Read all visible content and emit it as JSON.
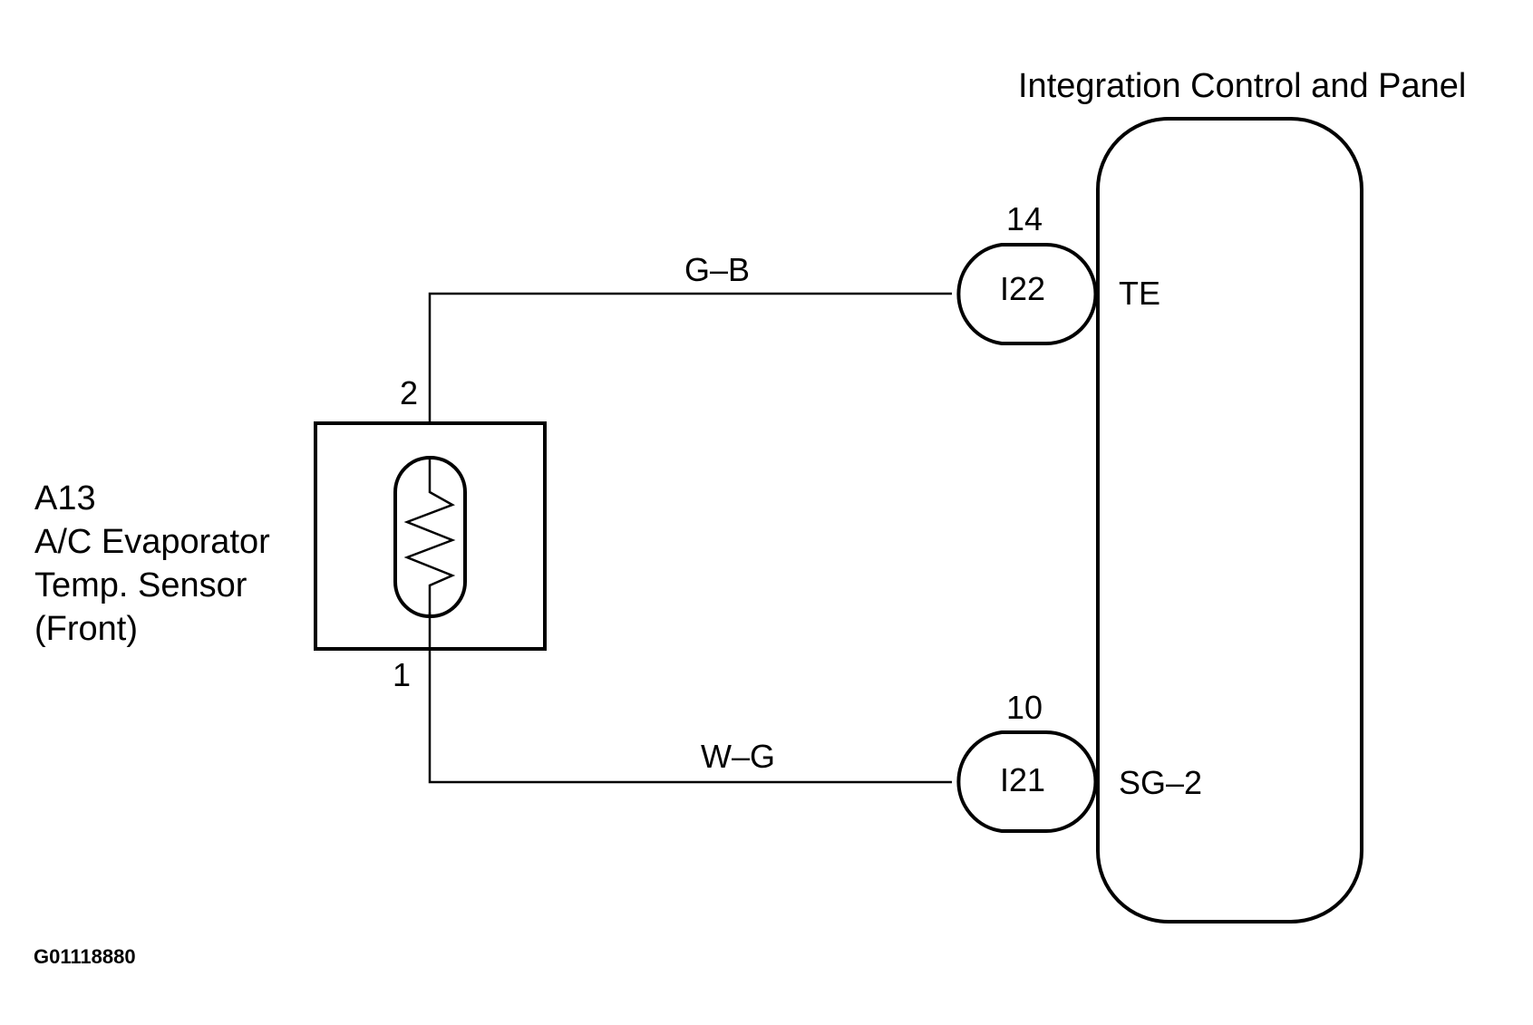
{
  "diagram": {
    "title": "Integration Control and Panel",
    "sensor": {
      "code": "A13",
      "name_line1": "A/C Evaporator",
      "name_line2": "Temp. Sensor",
      "name_line3": "(Front)",
      "pin_top": "2",
      "pin_bottom": "1"
    },
    "wires": {
      "top_color": "G–B",
      "bottom_color": "W–G"
    },
    "connectors": {
      "top": {
        "id": "I22",
        "pin": "14",
        "terminal": "TE"
      },
      "bottom": {
        "id": "I21",
        "pin": "10",
        "terminal": "SG–2"
      }
    },
    "figure_id": "G01118880"
  }
}
